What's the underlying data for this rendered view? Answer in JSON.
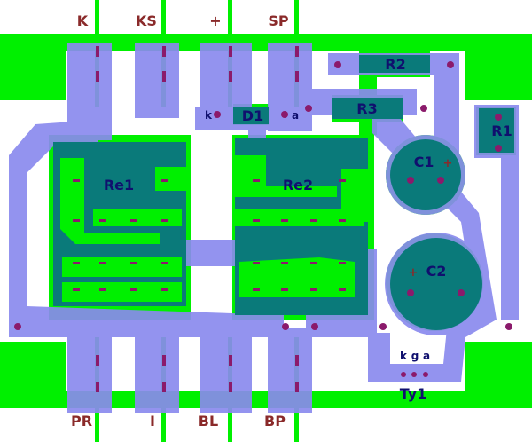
{
  "terminals_top": [
    "K",
    "KS",
    "+",
    "SP"
  ],
  "terminals_bottom": [
    "PR",
    "I",
    "BL",
    "BP"
  ],
  "components": {
    "r1": "R1",
    "r2": "R2",
    "r3": "R3",
    "d1": "D1",
    "c1": "C1",
    "c2": "C2",
    "re1": "Re1",
    "re2": "Re2",
    "ty1": "Ty1"
  },
  "pin_labels": {
    "d1_k": "k",
    "d1_a": "a",
    "ty1_k": "k",
    "ty1_g": "g",
    "ty1_a": "a",
    "c1_plus": "+",
    "c2_plus": "+"
  },
  "colors": {
    "board": "#ffffff",
    "copper_top": "#00f000",
    "copper_bottom": "#8a8aee",
    "overlap": "#0a7a7a",
    "pad": "#8b1a6b",
    "text_terminal": "#8a2a2a",
    "text_component": "#10106e"
  }
}
